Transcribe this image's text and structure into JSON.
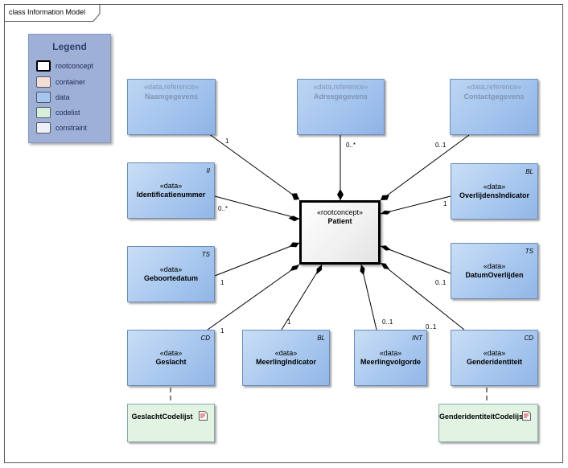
{
  "frame": {
    "title": "class Information Model"
  },
  "legend": {
    "title": "Legend",
    "items": [
      {
        "label": "rootconcept",
        "color": "#ffffff"
      },
      {
        "label": "container",
        "color": "#f3dfd6"
      },
      {
        "label": "data",
        "color": "#a6c6ef"
      },
      {
        "label": "codelist",
        "color": "#d6f0dc"
      },
      {
        "label": "constraint",
        "color": "#eef0f8"
      }
    ]
  },
  "root": {
    "stereotype": "«rootconcept»",
    "name": "Patient"
  },
  "references": [
    {
      "stereotype": "«data,reference»",
      "name": "Naamgegevens"
    },
    {
      "stereotype": "«data,reference»",
      "name": "Adresgegevens"
    },
    {
      "stereotype": "«data,reference»",
      "name": "Contactgegevens"
    }
  ],
  "data_elements": [
    {
      "stereotype": "«data»",
      "name": "Identificatienummer",
      "type": "II"
    },
    {
      "stereotype": "«data»",
      "name": "OverlijdensIndicator",
      "type": "BL"
    },
    {
      "stereotype": "«data»",
      "name": "Geboortedatum",
      "type": "TS"
    },
    {
      "stereotype": "«data»",
      "name": "DatumOverlijden",
      "type": "TS"
    },
    {
      "stereotype": "«data»",
      "name": "Geslacht",
      "type": "CD"
    },
    {
      "stereotype": "«data»",
      "name": "MeerlingIndicator",
      "type": "BL"
    },
    {
      "stereotype": "«data»",
      "name": "Meerlingvolgorde",
      "type": "INT"
    },
    {
      "stereotype": "«data»",
      "name": "Genderidentiteit",
      "type": "CD"
    }
  ],
  "codelists": [
    {
      "name": "GeslachtCodelijst"
    },
    {
      "name": "GenderidentiteitCodelijst"
    }
  ],
  "multiplicities": {
    "naamgegevens": "1",
    "adresgegevens": "0..*",
    "contactgegevens": "0..1",
    "identificatienummer": "0..*",
    "overlijdensindicator": "1",
    "geboortedatum": "1",
    "datumoverlijden": "0..1",
    "geslacht": "1",
    "meerlingindicator": "1",
    "meerlingvolgorde": "0..1",
    "genderidentiteit": "0..1"
  }
}
